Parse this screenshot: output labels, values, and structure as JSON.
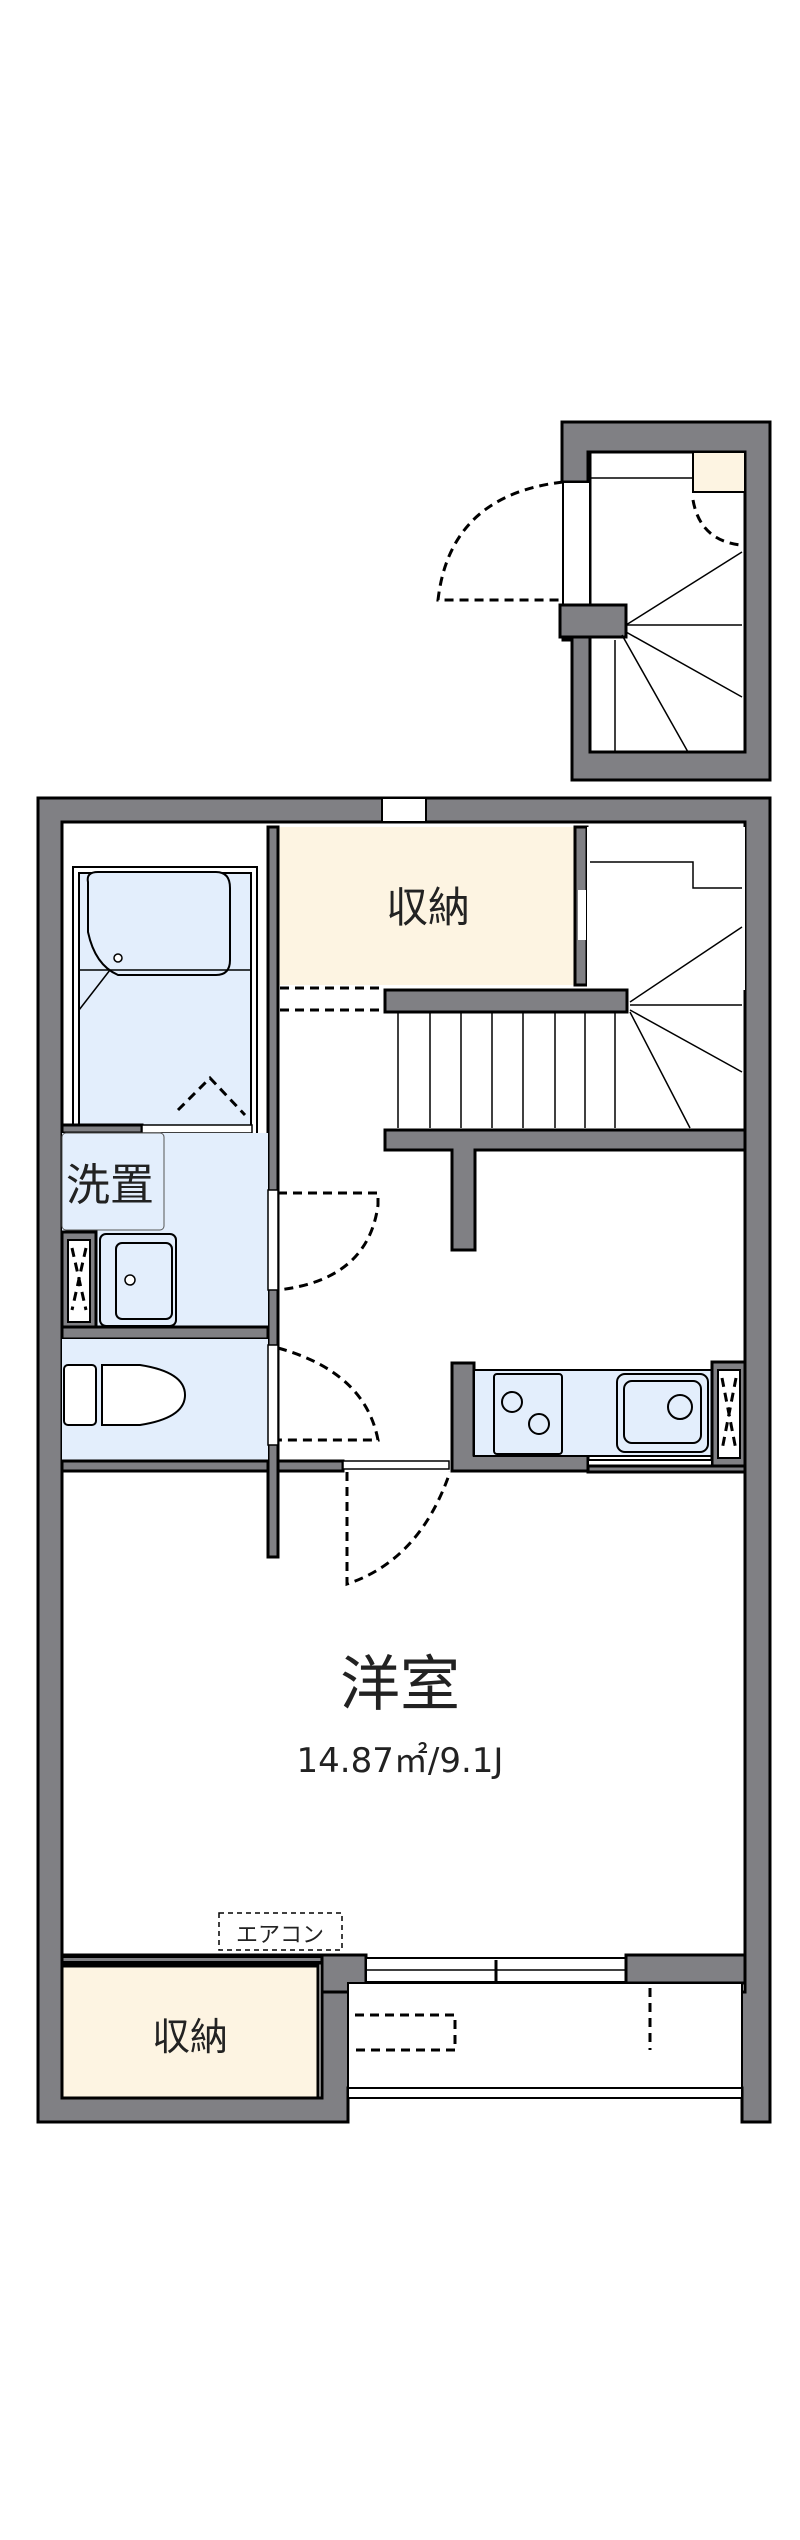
{
  "floorplan": {
    "rooms": {
      "western_room": {
        "name": "洋室",
        "area": "14.87㎡/9.1J"
      },
      "storage_top": {
        "name": "収納"
      },
      "storage_bottom": {
        "name": "収納"
      },
      "washroom": {
        "name": "洗置"
      },
      "aircon": {
        "name": "エアコン"
      }
    },
    "colors": {
      "wall": "#808084",
      "wet_area": "#e3eefc",
      "storage": "#fdf4e2"
    }
  }
}
